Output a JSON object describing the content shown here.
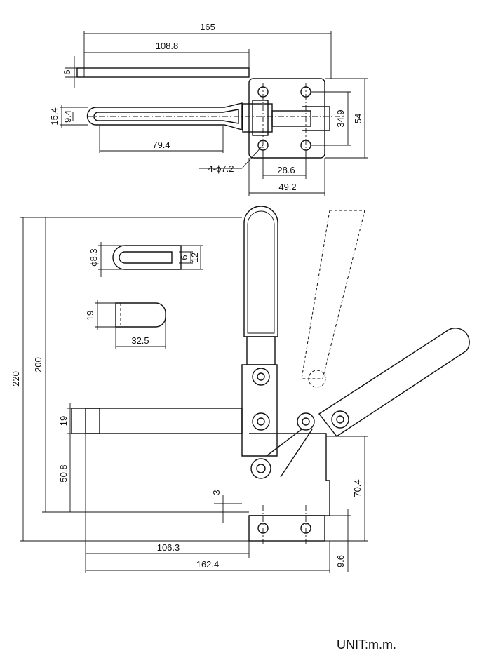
{
  "drawing": {
    "unit_label": "UNIT:m.m.",
    "top_view": {
      "overall_length": "165",
      "bar_length": "108.8",
      "bar_thickness": "6",
      "handle_width_outer": "15.4",
      "handle_width_inner": "9.4",
      "handle_grip_length": "79.4",
      "hole_callout": "4-ϕ7.2",
      "hole_spacing_x": "28.6",
      "base_width": "49.2",
      "hole_spacing_y": "34.9",
      "base_height": "54"
    },
    "detail_views": {
      "slot_diameter": "ϕ8.3",
      "slot_width_inner": "6",
      "slot_width_outer": "12",
      "spindle_height": "19",
      "spindle_length": "32.5"
    },
    "side_view": {
      "overall_height": "220",
      "handle_height": "200",
      "bar_thickness": "19",
      "bar_height_from_base": "50.8",
      "offset": "3",
      "base_height": "70.4",
      "reach": "106.3",
      "overall_length": "162.4",
      "base_thickness": "9.6"
    }
  }
}
